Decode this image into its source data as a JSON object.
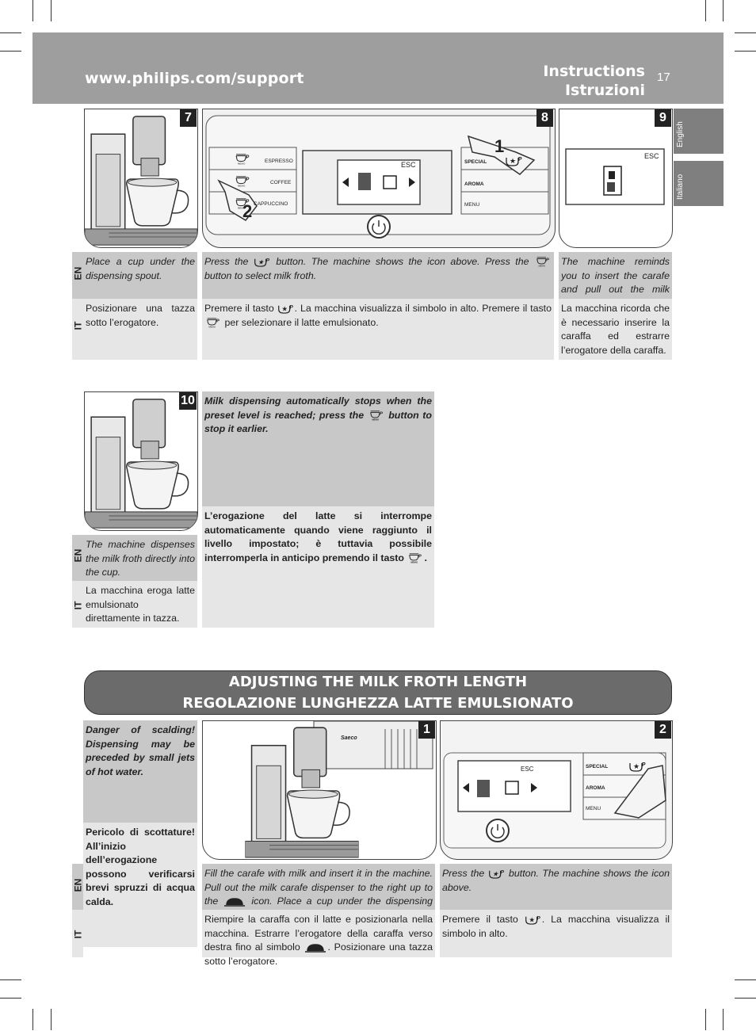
{
  "header": {
    "url": "www.philips.com/support",
    "title_en": "Instructions",
    "title_it": "Istruzioni",
    "page_number": "17"
  },
  "side_tabs": [
    "English",
    "Italiano"
  ],
  "lang_codes": {
    "en": "EN",
    "it": "IT"
  },
  "steps": {
    "s7": {
      "num": "7",
      "en": "Place a cup under the dispensing spout.",
      "it": "Posizionare una tazza sotto l’erogatore."
    },
    "s8": {
      "num": "8",
      "en_a": "Press the ",
      "en_b": " button. The machine shows the icon above. Press the ",
      "en_c": " button to select milk froth.",
      "it_a": "Premere il tasto ",
      "it_b": ". La macchina visualizza il simbolo in alto. Premere il tasto ",
      "it_c": " per selezionare il latte emulsionato.",
      "panel_left": [
        "ESPRESSO",
        "COFFEE",
        "CAPPUCCINO"
      ],
      "panel_right": [
        "SPECIAL",
        "AROMA",
        "MENU"
      ],
      "esc": "ESC",
      "callout_1": "1",
      "callout_2": "2",
      "memo": "MEMO"
    },
    "s9": {
      "num": "9",
      "en": "The machine reminds you to insert the carafe and pull out the milk carafe dispenser.",
      "it": "La macchina ricorda che è necessario inserire la caraffa ed estrarre l’erogatore della caraffa.",
      "esc": "ESC"
    },
    "s10": {
      "num": "10",
      "en": "The machine dispenses the milk froth directly into the cup.",
      "it": "La macchina eroga latte emulsionato direttamente in tazza."
    },
    "note10": {
      "en_a": "Milk dispensing automatically stops when the preset level is reached; press the ",
      "en_b": " button to stop it earlier.",
      "it_a": "L’erogazione del latte si interrompe automaticamente quando viene raggiunto il livello impostato; è tuttavia possibile interromperla in anticipo premendo il tasto ",
      "it_b": "."
    }
  },
  "section": {
    "title_en": "ADJUSTING THE MILK FROTH LENGTH",
    "title_it": "REGOLAZIONE LUNGHEZZA LATTE EMULSIONATO",
    "warning_en": "Danger of scalding! Dispensing may be preceded by small jets of hot water.",
    "warning_it": "Pericolo di scottature! All’inizio dell’erogazione possono verificarsi brevi spruzzi di acqua calda.",
    "b1": {
      "num": "1",
      "en_a": "Fill the carafe with milk and insert it in the machine. Pull out the milk carafe dispenser to the right up to the ",
      "en_b": " icon. Place a cup under the dispensing spout.",
      "it_a": "Riempire la caraffa con il latte e posizionarla nella macchina. Estrarre l’erogatore della caraffa verso destra fino al simbolo ",
      "it_b": ". Posizionare una tazza sotto l’erogatore.",
      "brand": "Saeco"
    },
    "b2": {
      "num": "2",
      "en_a": "Press the ",
      "en_b": " button. The machine shows the icon above.",
      "it_a": "Premere il tasto ",
      "it_b": ". La macchina visualizza il simbolo in alto.",
      "panel_right": [
        "SPECIAL",
        "AROMA",
        "MENU"
      ],
      "esc": "ESC"
    }
  },
  "colors": {
    "header": "#9e9e9e",
    "tab": "#7f7f7f",
    "en_box": "#c8c8c8",
    "it_box": "#e6e6e6",
    "banner": "#6b6b6b"
  }
}
